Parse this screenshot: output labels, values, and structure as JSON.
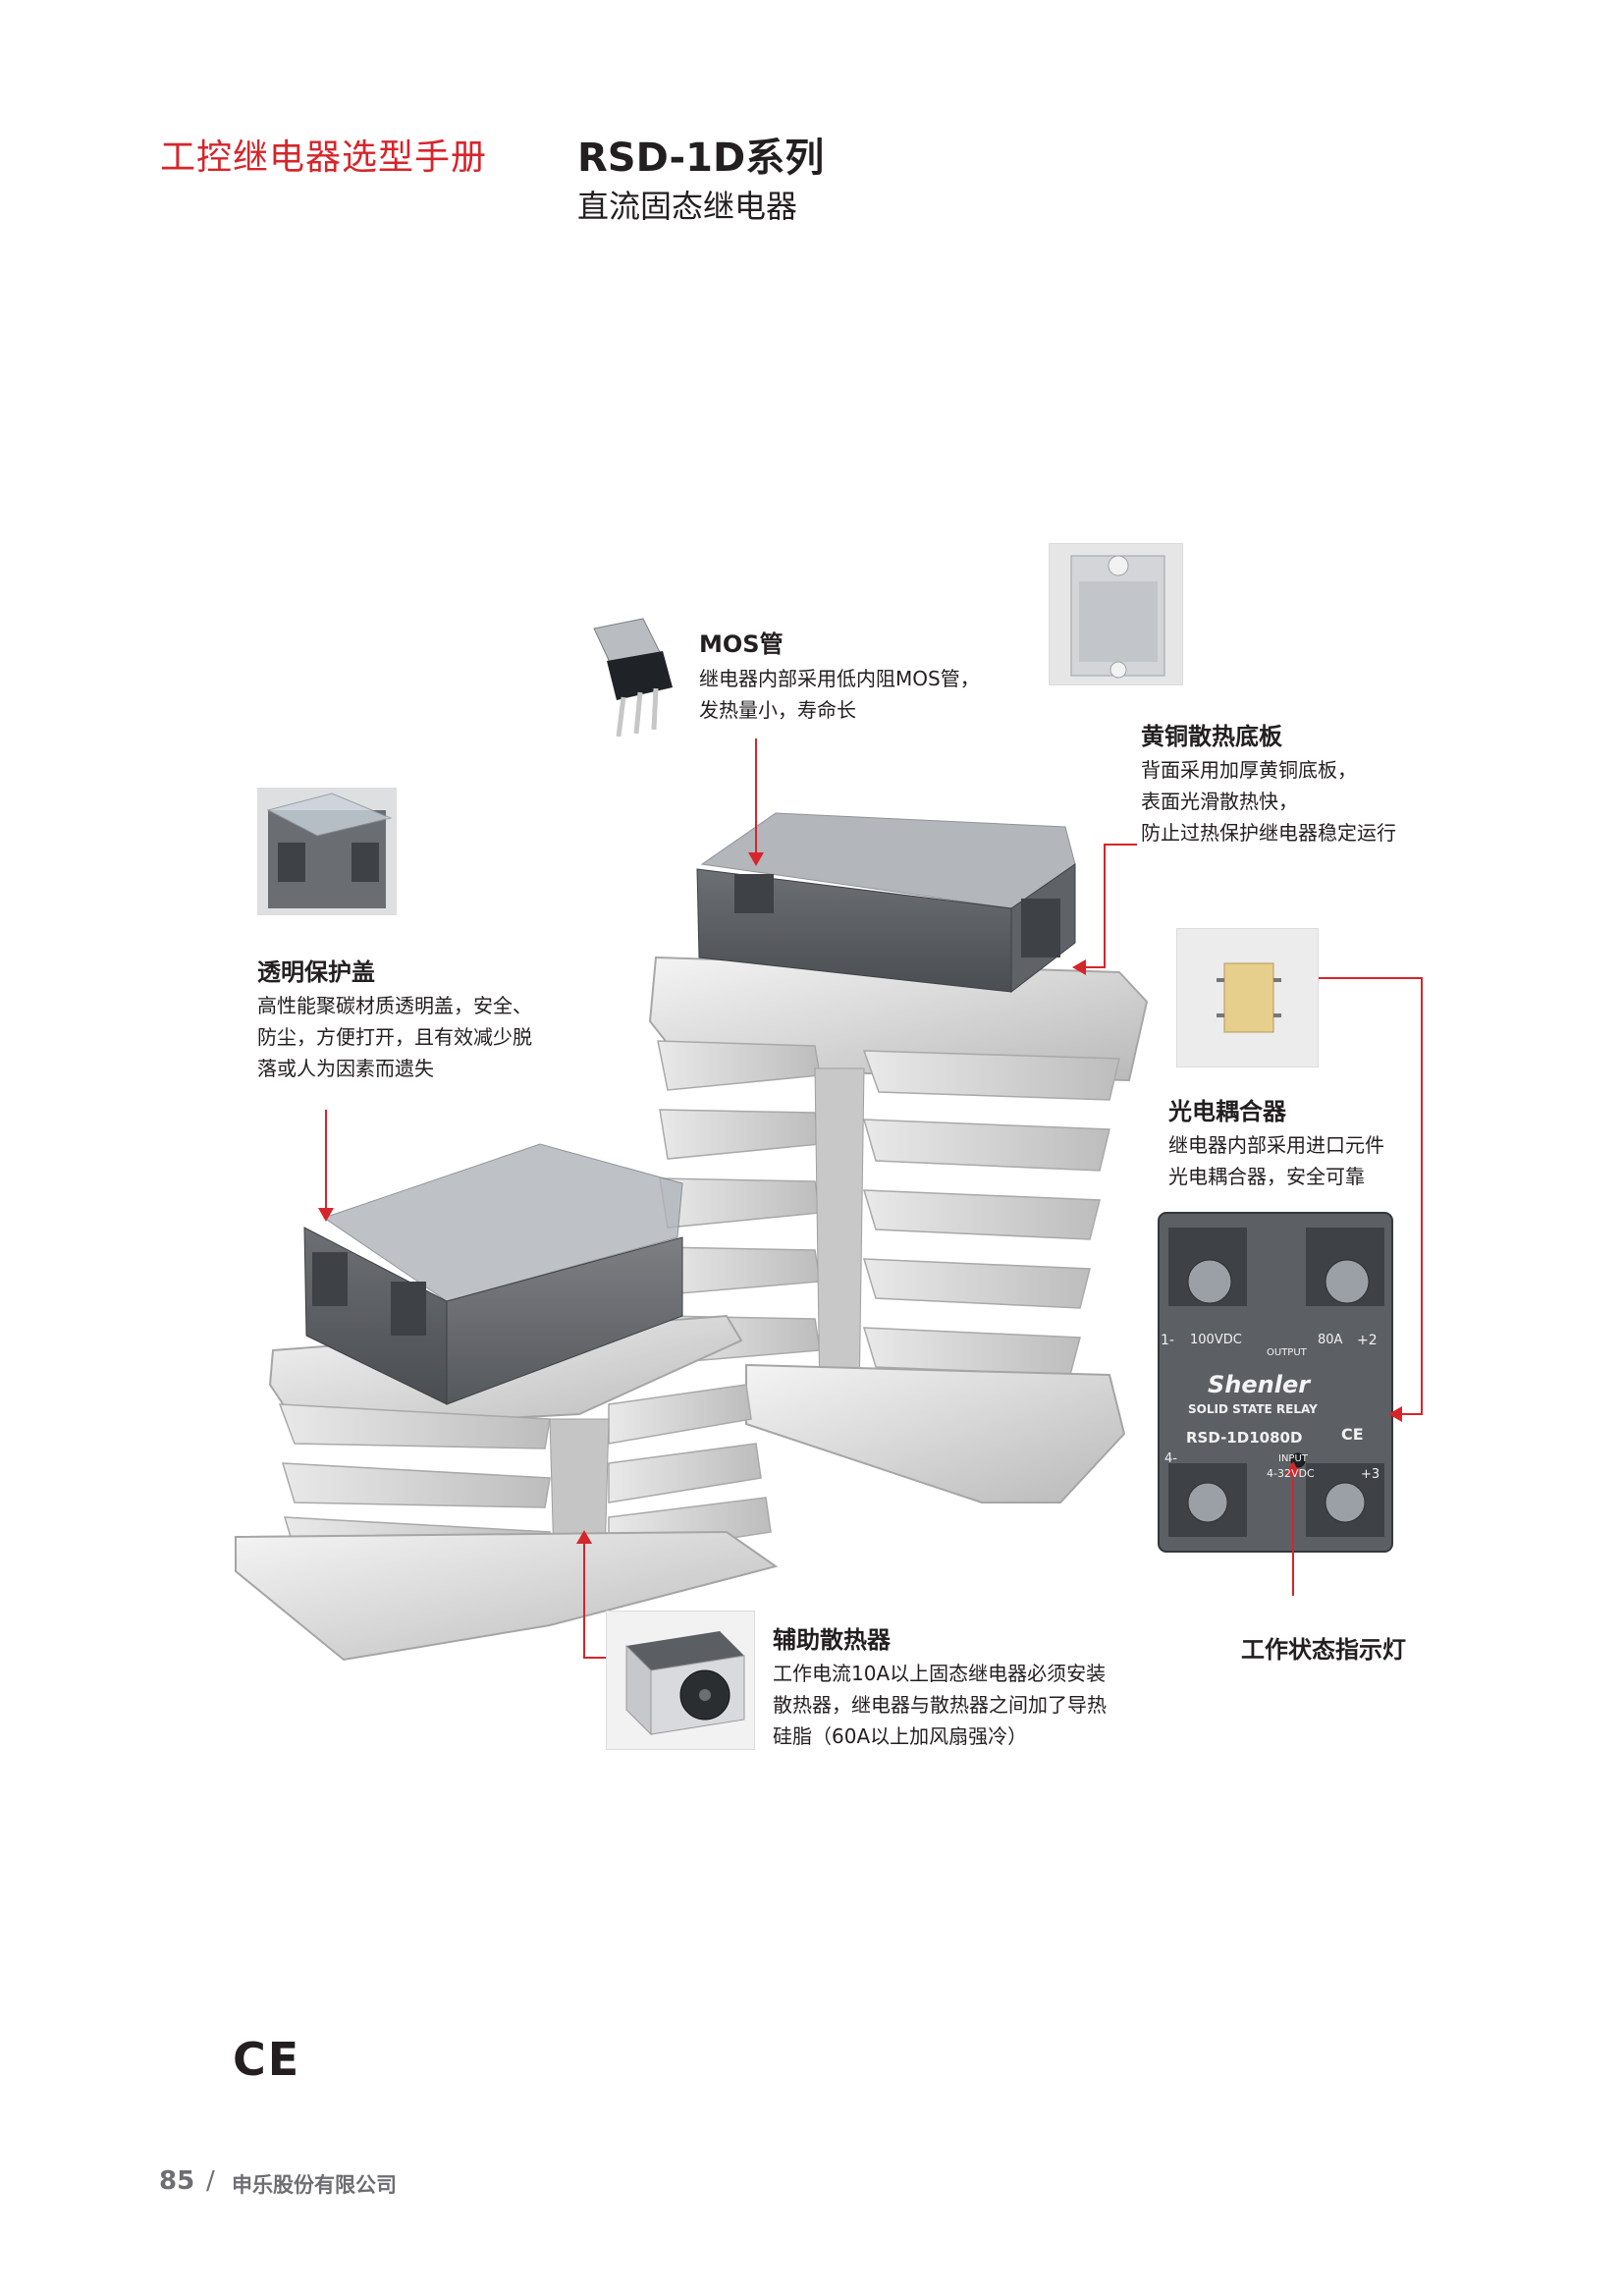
{
  "header": {
    "manual_title": "工控继电器选型手册",
    "series_title": "RSD-1D系列",
    "series_subtitle": "直流固态继电器"
  },
  "product_labels": {
    "brand": "Shenler",
    "relay_type": "SOLID STATE RELAY",
    "model": "RSD-1D1080D",
    "output_rating": "100VDC",
    "output_label": "OUTPUT",
    "output_current": "80A",
    "input_label": "INPUT",
    "input_rating": "4-32VDC",
    "terminal_1": "1-",
    "terminal_2": "+2",
    "terminal_3": "+3",
    "terminal_4": "4-",
    "ce": "CE"
  },
  "callouts": {
    "mos": {
      "title": "MOS管",
      "lines": [
        "继电器内部采用低内阻MOS管，",
        "发热量小，寿命长"
      ]
    },
    "brass": {
      "title": "黄铜散热底板",
      "lines": [
        "背面采用加厚黄铜底板，",
        "表面光滑散热快，",
        "防止过热保护继电器稳定运行"
      ]
    },
    "cover": {
      "title": "透明保护盖",
      "lines": [
        "高性能聚碳材质透明盖，安全、",
        "防尘，方便打开，且有效减少脱",
        "落或人为因素而遗失"
      ]
    },
    "optocoupler": {
      "title": "光电耦合器",
      "lines": [
        "继电器内部采用进口元件",
        "光电耦合器，安全可靠"
      ]
    },
    "heatsink": {
      "title": "辅助散热器",
      "lines": [
        "工作电流10A以上固态继电器必须安装",
        "散热器，继电器与散热器之间加了导热",
        "硅脂（60A以上加风扇强冷）"
      ]
    },
    "indicator": {
      "title": "工作状态指示灯"
    }
  },
  "certification": {
    "mark": "CE"
  },
  "footer": {
    "page_number": "85",
    "separator": "/",
    "company": "申乐股份有限公司"
  },
  "colors": {
    "accent_red": "#d6252b",
    "text": "#231f20",
    "footer_gray": "#6d6e71"
  }
}
